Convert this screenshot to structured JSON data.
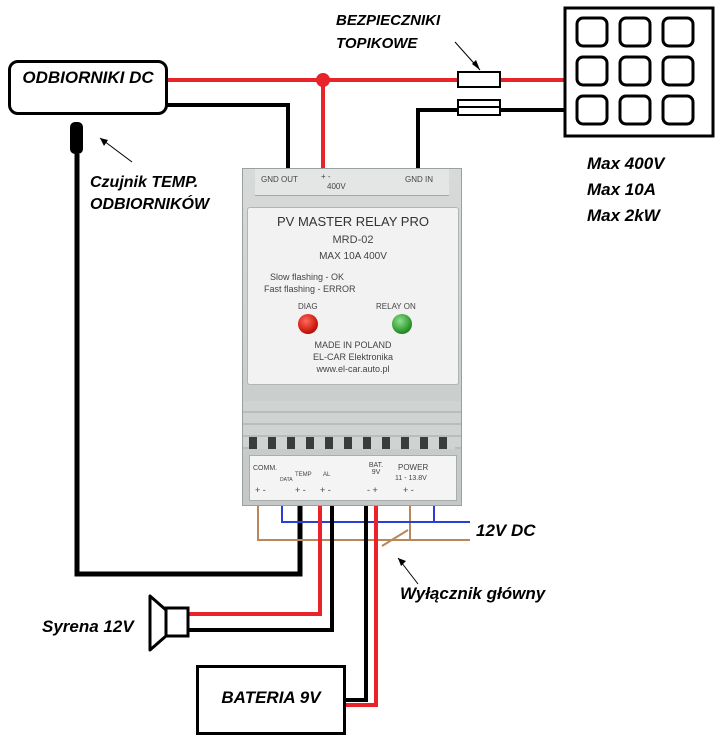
{
  "labels": {
    "consumers": "ODBIORNIKI DC",
    "fuses": "BEZPIECZNIKI TOPIKOWE",
    "sensor": "Czujnik TEMP. ODBIORNIKÓW",
    "max_voltage": "Max 400V",
    "max_current": "Max 10A",
    "max_power": "Max 2kW",
    "dc12": "12V DC",
    "main_switch": "Wyłącznik główny",
    "siren": "Syrena 12V",
    "battery": "BATERIA 9V"
  },
  "device": {
    "name": "PV MASTER RELAY PRO",
    "model": "MRD-02",
    "rating": "MAX 10A 400V",
    "slow_flash": "Slow flashing - OK",
    "fast_flash": "Fast flashing - ERROR",
    "diag": "DIAG",
    "relay_on": "RELAY ON",
    "made_in": "MADE IN POLAND",
    "maker": "EL-CAR Elektronika",
    "website": "www.el-car.auto.pl",
    "top_terminals": {
      "gnd_out": "GND OUT",
      "pv_in_sign": "+    -",
      "pv_in_voltage": "400V",
      "gnd_in": "GND IN"
    },
    "bottom_terminals": {
      "comm": "COMM.",
      "data": "DATA",
      "temp": "TEMP",
      "al": "AL",
      "bat": "BAT. 9V",
      "power": "POWER",
      "power_range": "11 - 13.8V",
      "polarity_comm": "+  -",
      "polarity_temp": "+  -",
      "polarity_al": "+  -",
      "polarity_bat": "-  +",
      "polarity_power": "+        -"
    }
  },
  "colors": {
    "red_wire": "#e8232a",
    "black_wire": "#000000",
    "blue_wire": "#2a3fd6",
    "brown_wire": "#b8875a",
    "diag_led": "#cc1a10",
    "relay_led": "#2e9a2e"
  }
}
